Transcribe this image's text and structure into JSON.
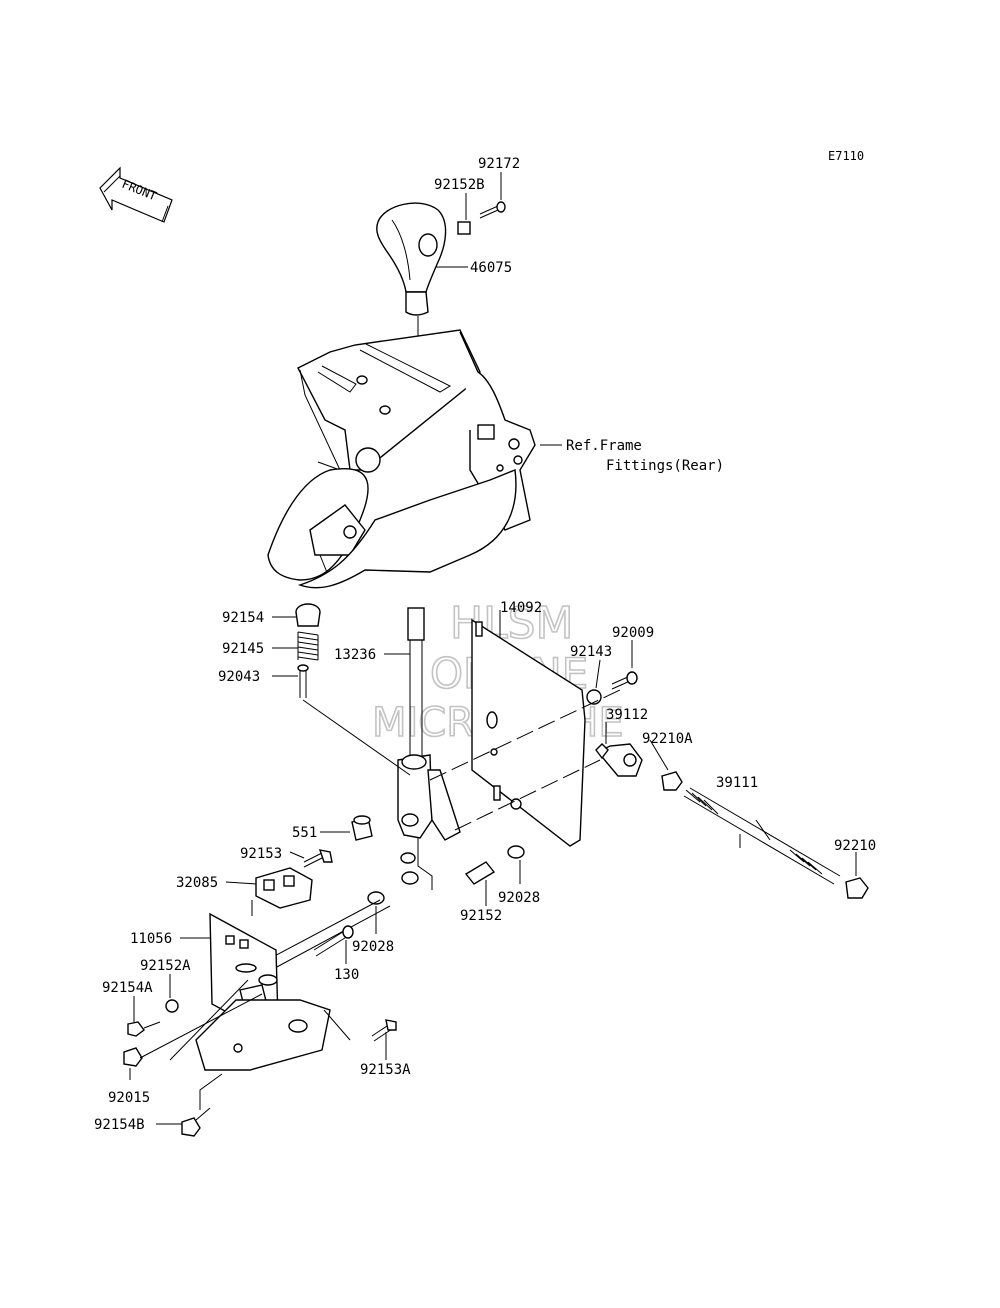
{
  "diagram_code": "E7110",
  "front_label": "FRONT",
  "watermark": [
    "HLSM",
    "ONLINE",
    "MICROFICHE"
  ],
  "ref_frame": [
    "Ref.Frame",
    "Fittings(Rear)"
  ],
  "labels": {
    "p92172": "92172",
    "p92152B": "92152B",
    "p46075": "46075",
    "p92154": "92154",
    "p92145": "92145",
    "p92043": "92043",
    "p13236": "13236",
    "p14092": "14092",
    "p92009": "92009",
    "p92143": "92143",
    "p39112": "39112",
    "p92210A": "92210A",
    "p39111": "39111",
    "p92210": "92210",
    "p551": "551",
    "p92153": "92153",
    "p32085": "32085",
    "p11056": "11056",
    "p92152A": "92152A",
    "p92154A": "92154A",
    "p92015": "92015",
    "p92154B": "92154B",
    "p130": "130",
    "p92028a": "92028",
    "p92152": "92152",
    "p92028b": "92028",
    "p92153A": "92153A"
  }
}
